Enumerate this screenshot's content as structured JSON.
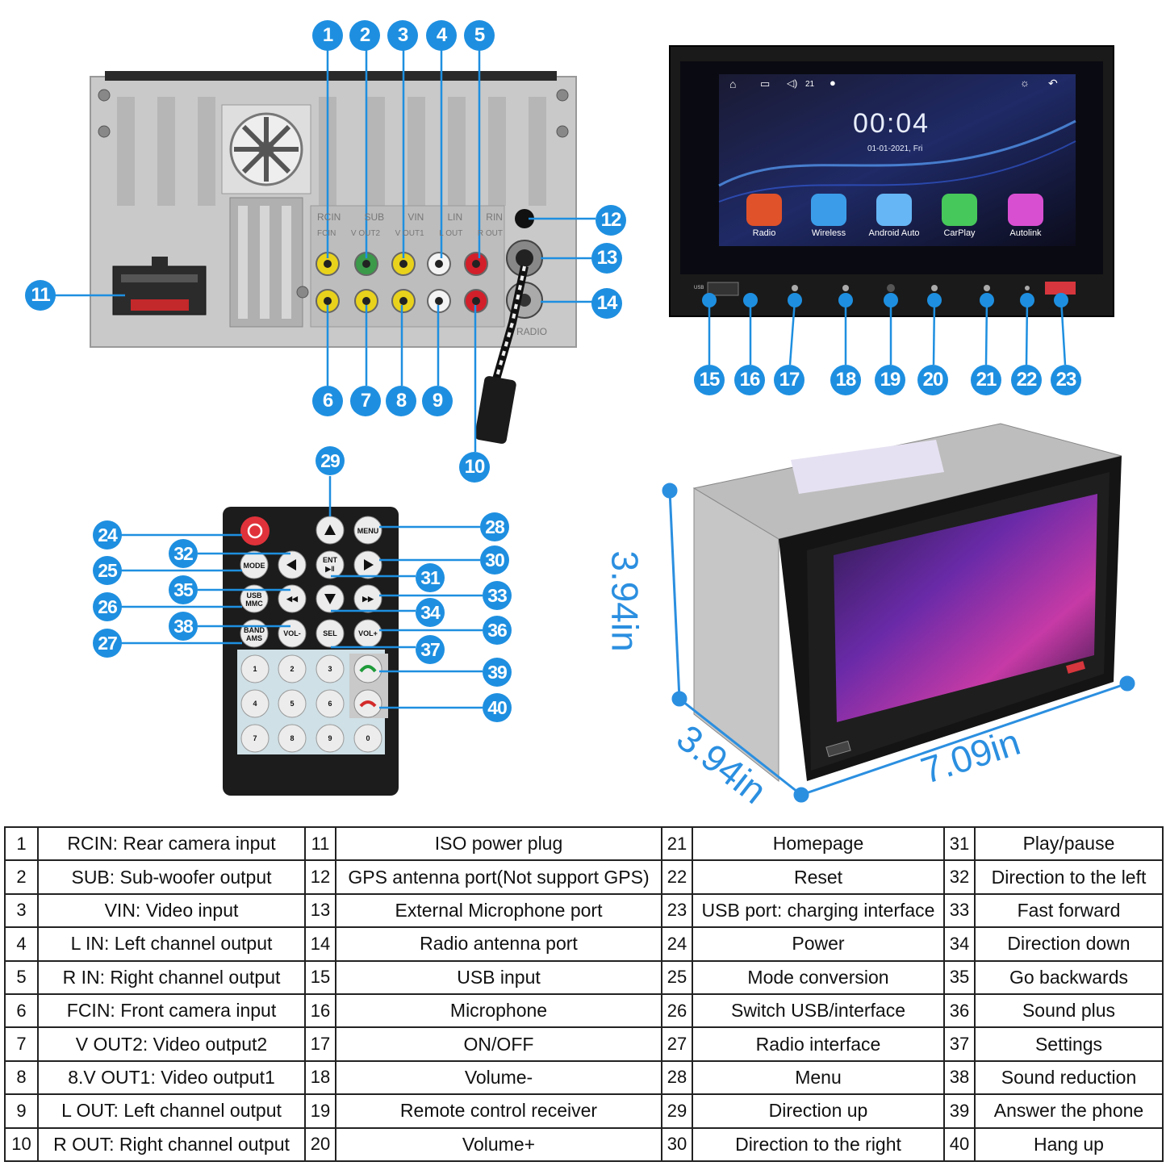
{
  "callouts": [
    "1",
    "2",
    "3",
    "4",
    "5",
    "6",
    "7",
    "8",
    "9",
    "10",
    "11",
    "12",
    "13",
    "14",
    "15",
    "16",
    "17",
    "18",
    "19",
    "20",
    "21",
    "22",
    "23",
    "24",
    "25",
    "26",
    "27",
    "28",
    "29",
    "30",
    "31",
    "32",
    "33",
    "34",
    "35",
    "36",
    "37",
    "38",
    "39",
    "40"
  ],
  "back_panel": {
    "jack_labels_top": [
      "RCIN",
      "SUB",
      "VIN",
      "LIN",
      "RIN"
    ],
    "jack_labels_bottom": [
      "FCIN",
      "V OUT2",
      "V OUT1",
      "L OUT",
      "R OUT"
    ],
    "radio_label": "RADIO"
  },
  "screen": {
    "time": "00:04",
    "date": "01-01-2021, Fri",
    "volume": "21",
    "apps": [
      "Radio",
      "Wireless",
      "Android Auto",
      "CarPlay",
      "Autolink"
    ],
    "usb_label": "USB"
  },
  "remote": {
    "buttons": [
      "MENU",
      "MODE",
      "ENT",
      "USB MMC",
      "BAND AMS",
      "VOL-",
      "SEL",
      "VOL+"
    ],
    "digits": [
      "1",
      "2",
      "3",
      "4",
      "5",
      "6",
      "7",
      "8",
      "9",
      "0"
    ]
  },
  "dimensions": {
    "height": "3.94in",
    "depth": "3.94in",
    "width": "7.09in"
  },
  "legend": [
    [
      {
        "n": "1",
        "t": "RCIN: Rear camera input"
      },
      {
        "n": "11",
        "t": "ISO power plug"
      },
      {
        "n": "21",
        "t": "Homepage"
      },
      {
        "n": "31",
        "t": "Play/pause"
      }
    ],
    [
      {
        "n": "2",
        "t": "SUB: Sub-woofer output"
      },
      {
        "n": "12",
        "t": "GPS antenna port(Not support GPS)"
      },
      {
        "n": "22",
        "t": "Reset"
      },
      {
        "n": "32",
        "t": "Direction to the left"
      }
    ],
    [
      {
        "n": "3",
        "t": "VIN: Video input"
      },
      {
        "n": "13",
        "t": "External Microphone port"
      },
      {
        "n": "23",
        "t": "USB port: charging interface"
      },
      {
        "n": "33",
        "t": "Fast forward"
      }
    ],
    [
      {
        "n": "4",
        "t": "L IN: Left channel output"
      },
      {
        "n": "14",
        "t": "Radio antenna port"
      },
      {
        "n": "24",
        "t": "Power"
      },
      {
        "n": "34",
        "t": "Direction down"
      }
    ],
    [
      {
        "n": "5",
        "t": "R IN: Right channel output"
      },
      {
        "n": "15",
        "t": "USB input"
      },
      {
        "n": "25",
        "t": "Mode conversion"
      },
      {
        "n": "35",
        "t": "Go backwards"
      }
    ],
    [
      {
        "n": "6",
        "t": "FCIN: Front camera input"
      },
      {
        "n": "16",
        "t": "Microphone"
      },
      {
        "n": "26",
        "t": "Switch USB/interface"
      },
      {
        "n": "36",
        "t": "Sound plus"
      }
    ],
    [
      {
        "n": "7",
        "t": "V OUT2: Video output2"
      },
      {
        "n": "17",
        "t": "ON/OFF"
      },
      {
        "n": "27",
        "t": "Radio interface"
      },
      {
        "n": "37",
        "t": "Settings"
      }
    ],
    [
      {
        "n": "8",
        "t": "8.V OUT1: Video output1"
      },
      {
        "n": "18",
        "t": "Volume-"
      },
      {
        "n": "28",
        "t": "Menu"
      },
      {
        "n": "38",
        "t": "Sound reduction"
      }
    ],
    [
      {
        "n": "9",
        "t": "L OUT: Left channel output"
      },
      {
        "n": "19",
        "t": "Remote control receiver"
      },
      {
        "n": "29",
        "t": "Direction up"
      },
      {
        "n": "39",
        "t": "Answer the phone"
      }
    ],
    [
      {
        "n": "10",
        "t": "R OUT: Right channel output"
      },
      {
        "n": "20",
        "t": "Volume+"
      },
      {
        "n": "30",
        "t": "Direction to the right"
      },
      {
        "n": "40",
        "t": "Hang up"
      }
    ]
  ]
}
